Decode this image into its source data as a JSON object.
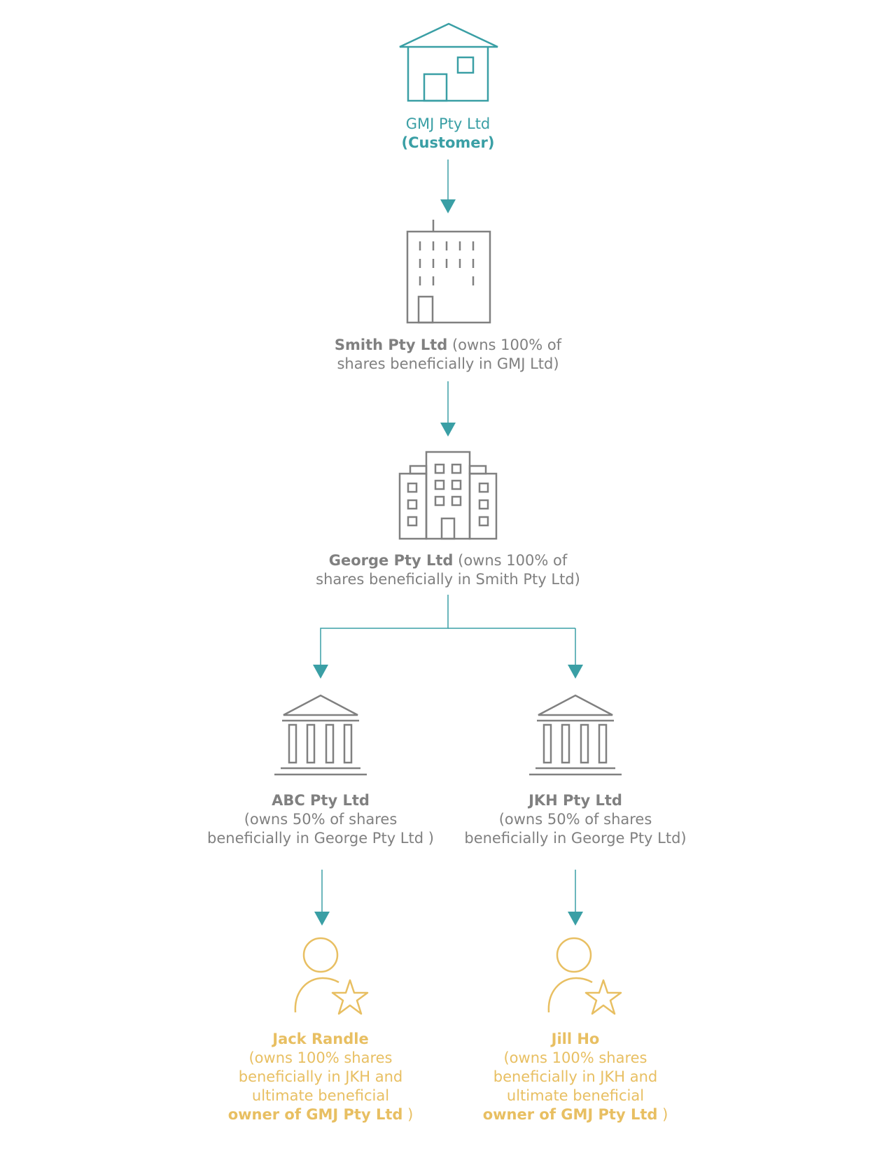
{
  "colors": {
    "teal": "#3a9fa5",
    "grey": "#808080",
    "gold": "#e8bf62",
    "background": "#ffffff"
  },
  "nodes": {
    "gmj": {
      "icon": "house-icon",
      "name": "GMJ Pty Ltd",
      "role": "(Customer)"
    },
    "smith": {
      "icon": "office-tower-icon",
      "name": "Smith Pty Ltd",
      "line1_rest": " (owns 100% of",
      "line2": "shares beneficially in GMJ Ltd)"
    },
    "george": {
      "icon": "office-buildings-icon",
      "name": "George Pty Ltd",
      "line1_rest": " (owns 100% of",
      "line2": "shares beneficially in Smith Pty Ltd)"
    },
    "abc": {
      "icon": "bank-columns-icon",
      "name": "ABC Pty Ltd",
      "line2": "(owns 50% of shares",
      "line3": "beneficially in George Pty Ltd )"
    },
    "jkh": {
      "icon": "bank-columns-icon",
      "name": "JKH Pty Ltd",
      "line2": "(owns 50% of shares",
      "line3": "beneficially in George Pty Ltd)"
    },
    "jack": {
      "icon": "person-star-icon",
      "name": "Jack Randle",
      "line2": "(owns 100% shares",
      "line3": "beneficially in JKH and",
      "line4": "ultimate beneficial",
      "line5_bold": "owner of GMJ Pty Ltd",
      "line5_rest": " )"
    },
    "jill": {
      "icon": "person-star-icon",
      "name": "Jill Ho",
      "line2": "(owns 100% shares",
      "line3": "beneficially in JKH and",
      "line4": "ultimate beneficial",
      "line5_bold": "owner of GMJ Pty Ltd",
      "line5_rest": " )"
    }
  },
  "connectors": [
    {
      "from": "gmj",
      "to": "smith"
    },
    {
      "from": "smith",
      "to": "george"
    },
    {
      "from": "george",
      "to": "abc"
    },
    {
      "from": "george",
      "to": "jkh"
    },
    {
      "from": "abc",
      "to": "jack"
    },
    {
      "from": "jkh",
      "to": "jill"
    }
  ]
}
